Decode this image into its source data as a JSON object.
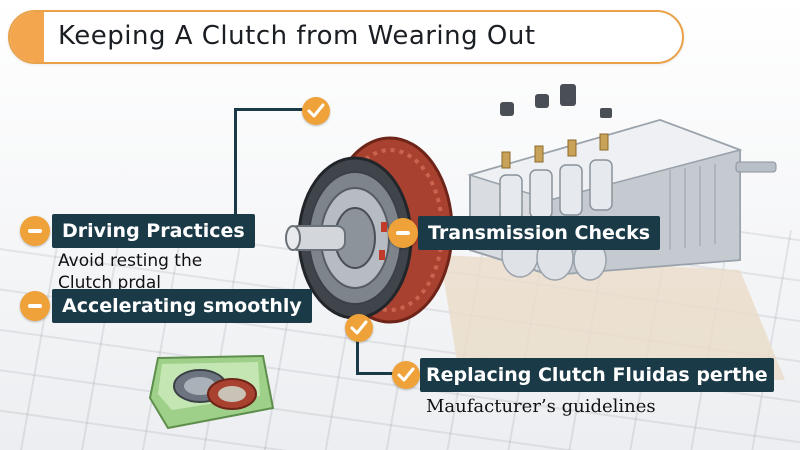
{
  "title": "Keeping A Clutch from Wearing Out",
  "labels": {
    "driving_practices": "Driving Practices",
    "driving_sub_1": "Avoid resting the",
    "driving_sub_2": "Clutch prdal",
    "accelerating": "Accelerating smoothly",
    "transmission": "Transmission Checks",
    "replacing": "Replacing Clutch Fluidas  perthe",
    "replacing_sub": "Maufacturer’s guidelines"
  },
  "colors": {
    "accent": "#f0a23a",
    "label_bg": "#1b3a47",
    "clutch_red": "#a8412f"
  },
  "icons": [
    "dash-icon",
    "check-icon",
    "clutch-disc-illustration",
    "transmission-illustration",
    "clutch-parts-tray-illustration"
  ]
}
